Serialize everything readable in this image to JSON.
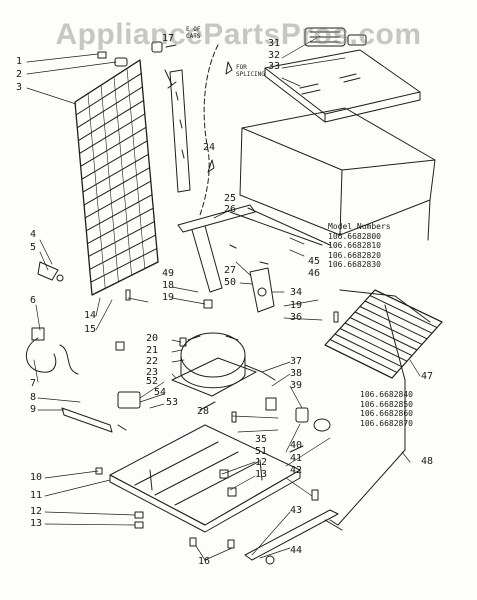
{
  "watermark": "AppliancePartsPros.com",
  "notes": {
    "top_left": "E OF\nCATS",
    "splicing": "FOR\nSPLICING"
  },
  "model_numbers": {
    "title": "Model Numbers",
    "group1": [
      "106.6682800",
      "106.6682810",
      "106.6682820",
      "106.6682830"
    ],
    "group2": [
      "106.6682840",
      "106.6682850",
      "106.6682860",
      "106.6682870"
    ]
  },
  "callouts": [
    {
      "id": "1",
      "label": "1"
    },
    {
      "id": "2",
      "label": "2"
    },
    {
      "id": "3",
      "label": "3"
    },
    {
      "id": "4",
      "label": "4"
    },
    {
      "id": "5",
      "label": "5"
    },
    {
      "id": "6",
      "label": "6"
    },
    {
      "id": "7",
      "label": "7"
    },
    {
      "id": "8",
      "label": "8"
    },
    {
      "id": "9",
      "label": "9"
    },
    {
      "id": "10",
      "label": "10"
    },
    {
      "id": "11",
      "label": "11"
    },
    {
      "id": "12a",
      "label": "12"
    },
    {
      "id": "12b",
      "label": "12"
    },
    {
      "id": "13a",
      "label": "13"
    },
    {
      "id": "13b",
      "label": "13"
    },
    {
      "id": "14",
      "label": "14"
    },
    {
      "id": "15",
      "label": "15"
    },
    {
      "id": "16",
      "label": "16"
    },
    {
      "id": "17",
      "label": "17"
    },
    {
      "id": "18",
      "label": "18"
    },
    {
      "id": "19a",
      "label": "19"
    },
    {
      "id": "19b",
      "label": "19"
    },
    {
      "id": "20",
      "label": "20"
    },
    {
      "id": "21",
      "label": "21"
    },
    {
      "id": "22",
      "label": "22"
    },
    {
      "id": "23",
      "label": "23"
    },
    {
      "id": "24",
      "label": "24"
    },
    {
      "id": "25",
      "label": "25"
    },
    {
      "id": "26",
      "label": "26"
    },
    {
      "id": "27",
      "label": "27"
    },
    {
      "id": "28",
      "label": "28"
    },
    {
      "id": "31",
      "label": "31"
    },
    {
      "id": "32",
      "label": "32"
    },
    {
      "id": "33",
      "label": "33"
    },
    {
      "id": "34",
      "label": "34"
    },
    {
      "id": "35",
      "label": "35"
    },
    {
      "id": "36",
      "label": "36"
    },
    {
      "id": "37",
      "label": "37"
    },
    {
      "id": "38",
      "label": "38"
    },
    {
      "id": "39",
      "label": "39"
    },
    {
      "id": "40",
      "label": "40"
    },
    {
      "id": "41",
      "label": "41"
    },
    {
      "id": "42",
      "label": "42"
    },
    {
      "id": "43",
      "label": "43"
    },
    {
      "id": "44",
      "label": "44"
    },
    {
      "id": "45",
      "label": "45"
    },
    {
      "id": "46",
      "label": "46"
    },
    {
      "id": "47",
      "label": "47"
    },
    {
      "id": "48",
      "label": "48"
    },
    {
      "id": "49",
      "label": "49"
    },
    {
      "id": "50",
      "label": "50"
    },
    {
      "id": "51",
      "label": "51"
    },
    {
      "id": "52",
      "label": "52"
    },
    {
      "id": "53",
      "label": "53"
    },
    {
      "id": "54",
      "label": "54"
    }
  ]
}
